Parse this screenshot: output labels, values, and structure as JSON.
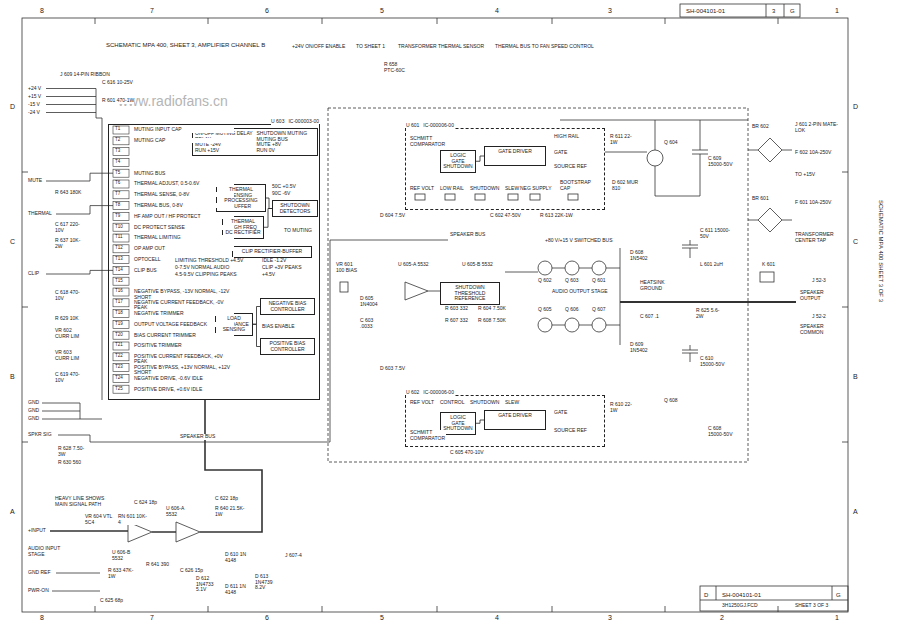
{
  "diagram": {
    "title": "SCHEMATIC MPA 400, SHEET 3, AMPLIFIER CHANNEL B",
    "nodes": [
      {
        "text": [
          "U 603",
          "IC-000003-00"
        ]
      },
      {
        "text": [
          "ON-OFF MUTING DELAY",
          "SHUTDOWN MUTING",
          "RELAY",
          "MUTING BUS",
          "MUTE -24V",
          "MUTE +8V",
          "RUN +15V",
          "RUN 0V"
        ],
        "in": 0
      },
      {
        "text": [
          "THERMAL SENSING PROCESSING BUFFER"
        ],
        "in": 0
      },
      {
        "text": [
          "SHUTDOWN DETECTORS"
        ],
        "in": 0
      },
      {
        "text": [
          "THERMAL HIGH FREQ DC RECTIFIER"
        ],
        "in": 0
      },
      {
        "text": [
          "CLIP RECTIFIER-BUFFER"
        ],
        "in": 0
      },
      {
        "text": [
          "NEGATIVE BIAS CONTROLLER"
        ],
        "in": 0
      },
      {
        "text": [
          "LOAD IMPEDANCE SENSING"
        ],
        "in": 0
      },
      {
        "text": [
          "POSITIVE BIAS CONTROLLER"
        ],
        "in": 0
      },
      {
        "text": [
          "U 601",
          "IC-000006-00"
        ]
      },
      {
        "text": [
          "LOGIC GATE",
          "SHUTDOWN"
        ],
        "in": 9
      },
      {
        "text": [
          "GATE DRIVER"
        ],
        "in": 9
      },
      {
        "text": [
          "SHUTDOWN THRESHOLD REFERENCE"
        ]
      },
      {
        "text": [
          "U 602",
          "IC-000006-00"
        ]
      },
      {
        "text": [
          "LOGIC GATE",
          "SHUTDOWN"
        ],
        "in": 13
      },
      {
        "text": [
          "GATE DRIVER"
        ],
        "in": 13
      }
    ],
    "edges": [
      {
        "from": 2,
        "to": 3,
        "arrow": "none"
      },
      {
        "from": 4,
        "to": 3,
        "arrow": "none"
      },
      {
        "from": 7,
        "to": 6,
        "arrow": "none"
      },
      {
        "from": 7,
        "to": 8,
        "arrow": "none"
      },
      {
        "from": 10,
        "to": 11,
        "arrow": "none"
      },
      {
        "from": 14,
        "to": 15,
        "arrow": "none"
      }
    ],
    "labels": [
      "8",
      "7",
      "6",
      "5",
      "4",
      "3",
      "1",
      "SH-004101-01",
      "3",
      "G",
      "8",
      "7",
      "6",
      "5",
      "4",
      "3",
      "2",
      "1",
      "D",
      "C",
      "B",
      "A",
      "D",
      "C",
      "B",
      "A",
      "D",
      "SH-004101-01",
      "G",
      "3H1250GJ.FCD",
      "SHEET 3 OF 3",
      "+24V ON/OFF ENABLE",
      "TO SHEET 1",
      "TRANSFORMER THERMAL SENSOR",
      "THERMAL BUS TO FAN SPEED CONTROL",
      "R 658",
      "PTC-60C",
      "www.radiofans.cn",
      "J 609 14-PIN RIBBON",
      "+24 V",
      "+15 V",
      "-15 V",
      "-24 V",
      "C 616 10-25V",
      "R 601 470-1W",
      "T1",
      "T2",
      "T3",
      "T4",
      "T5",
      "T6",
      "T7",
      "T8",
      "T9",
      "T10",
      "T11",
      "T12",
      "T13",
      "T14",
      "T15",
      "T16",
      "T17",
      "T18",
      "T19",
      "T20",
      "T21",
      "T22",
      "T23",
      "T24",
      "T25",
      "MUTING INPUT CAP",
      "MUTING CAP",
      "MUTING BUS",
      "THERMAL ADJUST, 0.5-0.6V",
      "THERMAL SENSE, 0-8V",
      "THERMAL BUS, 0-8V",
      "HF AMP OUT / HF PROTECT",
      "DC PROTECT SENSE",
      "THERMAL LIMITING",
      "OP AMP OUT",
      "OPTOCELL",
      "CLIP BUS",
      "NEGATIVE BYPASS, -13V NORMAL, -12V SHORT",
      "NEGATIVE CURRENT FEEDBACK, -0V PEAK",
      "NEGATIVE TRIMMER",
      "OUTPUT VOLTAGE FEEDBACK",
      "BIAS CURRENT TRIMMER",
      "POSITIVE TRIMMER",
      "POSITIVE CURRENT FEEDBACK, +0V PEAK",
      "POSITIVE BYPASS, +13V NORMAL, +12V SHORT",
      "NEGATIVE DRIVE, -0.6V IDLE",
      "POSITIVE DRIVE, +0.6V IDLE",
      "50C +0.5V",
      "90C -6V",
      "TO MUTING",
      "LIMITING THRESHOLD +4.5V",
      "0-7.5V NORMAL AUDIO",
      "4.5-9.5V CLIPPING PEAKS",
      "IDLE -1.2V",
      "CLIP +3V PEAKS",
      "+4.5V",
      "BIAS ENABLE",
      "MUTE",
      "R 643 180K",
      "THERMAL",
      "C 617 220-10V",
      "R 637 10K-2W",
      "CLIP",
      "C 618 470-10V",
      "R 629 10K",
      "VR 602 CURR LIM",
      "VR 603 CURR LIM",
      "C 619 470-10V",
      "GND",
      "GND",
      "GND",
      "SPKR SIG",
      "R 628 7.50-3W",
      "R 630 560",
      "SPEAKER BUS",
      "SCHMITT COMPARATOR",
      "REF VOLT",
      "LOW RAIL",
      "SHUTDOWN",
      "SLEW",
      "NEG SUPPLY",
      "BOOTSTRAP CAP",
      "GATE",
      "SOURCE REF",
      "HIGH RAIL",
      "Q 604",
      "R 611 22-1W",
      "C 609 15000-50V",
      "D 602 MUR 810",
      "C 602 47-50V",
      "R 613 22K-1W",
      "D 604 7.5V",
      "BR 602",
      "J 601 2-PIN MATE-LOK",
      "F 602 10A-250V",
      "TO +15V",
      "BR 601",
      "F 601 10A-250V",
      "TRANSFORMER CENTER TAP",
      "K 601",
      "J 52-3",
      "SPEAKER OUTPUT",
      "J 52-2",
      "SPEAKER COMMON",
      "+80 V/+15 V SWITCHED BUS",
      "Q 602",
      "Q 603",
      "Q 601",
      "AUDIO OUTPUT STAGE",
      "Q 605",
      "Q 606",
      "Q 607",
      "D 608 1N5402",
      "D 609 1N5402",
      "HEATSINK GROUND",
      "C 607 .1",
      "L 601 2uH",
      "R 625 5.6-2W",
      "C 611 15000-50V",
      "C 610 15000-50V",
      "SPEAKER BUS",
      "VR 601 100 BIAS",
      "U 605-A 5532",
      "U 605-B 5532",
      "R 603 332",
      "R 604 7.50K",
      "R 607 332",
      "R 608 7.50K",
      "D 605 1N4004",
      "C 603 .0033",
      "D 603 7.5V",
      "SCHMITT COMPARATOR",
      "REF VOLT",
      "CONTROL",
      "SHUTDOWN",
      "SLEW",
      "GATE",
      "SOURCE REF",
      "R 610 22-1W",
      "Q 608",
      "C 605 470-10V",
      "C 608 15000-50V",
      "HEAVY LINE SHOWS MAIN SIGNAL PATH",
      "+INPUT",
      "VR 604 VTL 5C4",
      "AUDIO INPUT STAGE",
      "RN 601 10K-4",
      "U 606-B 5532",
      "U 606-A 5532",
      "C 622 18p",
      "R 640 21.5K-1W",
      "C 624 18p",
      "R 641 390",
      "C 626 15p",
      "D 610 1N 4148",
      "D 611 1N 4148",
      "D 612 1N4733 5.1V",
      "D 613 1N4739 8.2V",
      "J 607-4",
      "GND REF",
      "R 633 47K-1W",
      "PWR-ON",
      "C 625 68p",
      "SCHEMATIC MPA 400 SHEET 3 OF 3"
    ]
  }
}
